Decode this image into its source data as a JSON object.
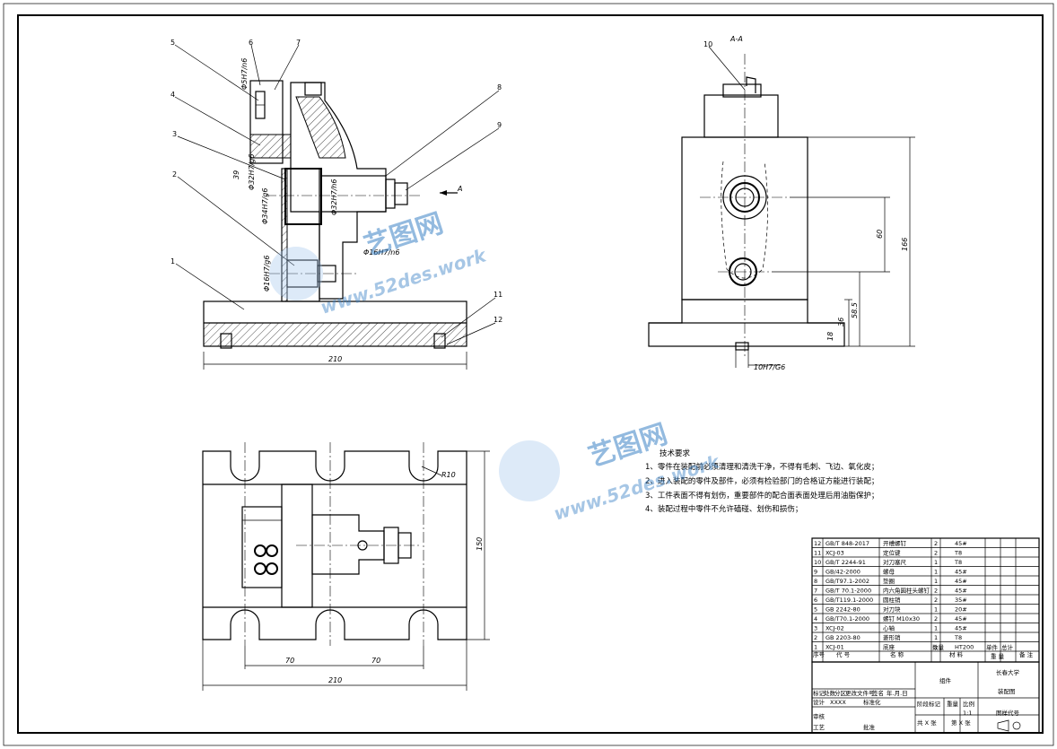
{
  "views": {
    "section_label": "A-A",
    "section_arrow_label": "A"
  },
  "balloons": [
    "1",
    "2",
    "3",
    "4",
    "5",
    "6",
    "7",
    "8",
    "9",
    "10",
    "11",
    "12"
  ],
  "dimensions": {
    "front": {
      "width": "210",
      "fit_34": "Φ34H7/g6",
      "fit_32": "Φ32H7/h6",
      "fit_32b": "Φ32H7/g6",
      "fit_16": "Φ16H7/g6",
      "fit_16b": "Φ16H7/n6",
      "fit_5": "Φ5H7/n6",
      "dim_39": "39"
    },
    "side": {
      "d60": "60",
      "d166": "166",
      "d58_5": "58.5",
      "d36": "36",
      "d18": "18",
      "fit_10": "10H7/G6"
    },
    "top": {
      "r10": "R10",
      "d70a": "70",
      "d70b": "70",
      "width": "210",
      "height": "150"
    }
  },
  "notes": {
    "title": "技术要求",
    "items": [
      "1、零件在装配前必须清理和清洗干净，不得有毛刺、飞边、氧化皮；",
      "2、进入装配的零件及部件，必须有检验部门的合格证方能进行装配；",
      "3、工件表面不得有划伤，重要部件的配合面表面处理后用油脂保护；",
      "4、装配过程中零件不允许磕碰、划伤和损伤；"
    ]
  },
  "parts_list": [
    {
      "no": "12",
      "code": "GB/T 848-2017",
      "name": "开槽螺钉",
      "qty": "2",
      "mat": "45#"
    },
    {
      "no": "11",
      "code": "XCJ-03",
      "name": "定位键",
      "qty": "2",
      "mat": "T8"
    },
    {
      "no": "10",
      "code": "GB/T 2244-91",
      "name": "对刀塞尺",
      "qty": "1",
      "mat": "T8"
    },
    {
      "no": "9",
      "code": "GB/42-2000",
      "name": "螺母",
      "qty": "1",
      "mat": "45#"
    },
    {
      "no": "8",
      "code": "GB/T97.1-2002",
      "name": "垫圈",
      "qty": "1",
      "mat": "45#"
    },
    {
      "no": "7",
      "code": "GB/T 70.1-2000",
      "name": "内六角圆柱头螺钉",
      "qty": "2",
      "mat": "45#"
    },
    {
      "no": "6",
      "code": "GB/T119.1-2000",
      "name": "圆柱销",
      "qty": "2",
      "mat": "35#"
    },
    {
      "no": "5",
      "code": "GB 2242-80",
      "name": "对刀块",
      "qty": "1",
      "mat": "20#"
    },
    {
      "no": "4",
      "code": "GB/T70.1-2000",
      "name": "螺钉 M10x30",
      "qty": "2",
      "mat": "45#"
    },
    {
      "no": "3",
      "code": "XCJ-02",
      "name": "心轴",
      "qty": "1",
      "mat": "45#"
    },
    {
      "no": "2",
      "code": "GB 2203-80",
      "name": "菱形销",
      "qty": "1",
      "mat": "T8"
    },
    {
      "no": "1",
      "code": "XCJ-01",
      "name": "底座",
      "qty": "1",
      "mat": "HT200"
    }
  ],
  "parts_header": {
    "no": "序号",
    "code": "代 号",
    "name": "名 称",
    "qty": "数量",
    "mat": "材 料",
    "unit": "单件",
    "total": "总计",
    "weight": "重 量",
    "remark": "备 注"
  },
  "title_block": {
    "school": "长春大学",
    "assembly": "组件",
    "drawing_name": "装配图",
    "drawing_no": "图样代号",
    "scale": "1:1",
    "stage": "阶段标记",
    "weight": "重量",
    "ratio": "比例",
    "sheets": "共 X 张",
    "sheet": "第 X 张",
    "design": "设计",
    "check": "审核",
    "process": "工艺",
    "std": "标准化",
    "approve": "批准",
    "mark": "标记",
    "count": "处数",
    "zone": "分区",
    "change": "更改文件号",
    "sign": "签名",
    "date": "年.月.日",
    "designer": "XXXX"
  },
  "watermark": {
    "cn": "艺图网",
    "url": "www.52des.work"
  }
}
